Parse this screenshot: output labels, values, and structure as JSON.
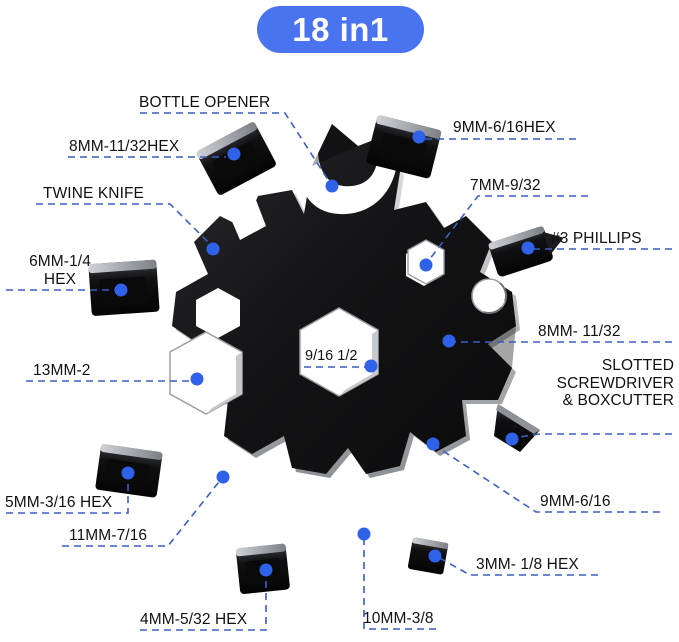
{
  "header": {
    "badge_text": "18 in1",
    "badge_color": "#4a73f0"
  },
  "product": {
    "type": "snowflake-multi-tool",
    "body_color": "#131313",
    "edge_color": "#b9bcc0",
    "center_hex_label": "9/16 1/2"
  },
  "accent": {
    "dot_color": "#2f62e8",
    "line_color": "#3a5fbf"
  },
  "callouts": [
    {
      "id": "bottle-opener",
      "text": "BOTTLE OPENER",
      "align": "left"
    },
    {
      "id": "hex-8mm-1132",
      "text": "8MM-11/32HEX",
      "align": "left"
    },
    {
      "id": "twine-knife",
      "text": "TWINE KNIFE",
      "align": "left"
    },
    {
      "id": "hex-6mm-14",
      "text": "6MM-1/4\nHEX",
      "align": "center"
    },
    {
      "id": "wrench-13mm-2",
      "text": "13MM-2",
      "align": "left"
    },
    {
      "id": "hex-5mm-316",
      "text": "5MM-3/16 HEX",
      "align": "left"
    },
    {
      "id": "wrench-11mm-716",
      "text": "11MM-7/16",
      "align": "left"
    },
    {
      "id": "hex-4mm-532",
      "text": "4MM-5/32 HEX",
      "align": "left"
    },
    {
      "id": "wrench-10mm-38",
      "text": "10MM-3/8",
      "align": "left"
    },
    {
      "id": "hex-3mm-18",
      "text": "3MM- 1/8 HEX",
      "align": "left"
    },
    {
      "id": "wrench-9mm-616",
      "text": "9MM-6/16",
      "align": "left"
    },
    {
      "id": "slotted-boxcutter",
      "text": "SLOTTED\nSCREWDRIVER\n& BOXCUTTER",
      "align": "right"
    },
    {
      "id": "wrench-8mm-1132",
      "text": "8MM- 11/32",
      "align": "left"
    },
    {
      "id": "phillips-3",
      "text": "#3 PHILLIPS",
      "align": "left"
    },
    {
      "id": "wrench-7mm-932",
      "text": "7MM-9/32",
      "align": "left"
    },
    {
      "id": "hex-9mm-616",
      "text": "9MM-6/16HEX",
      "align": "left"
    },
    {
      "id": "center-hex",
      "text": "9/16 1/2",
      "align": "left"
    }
  ]
}
